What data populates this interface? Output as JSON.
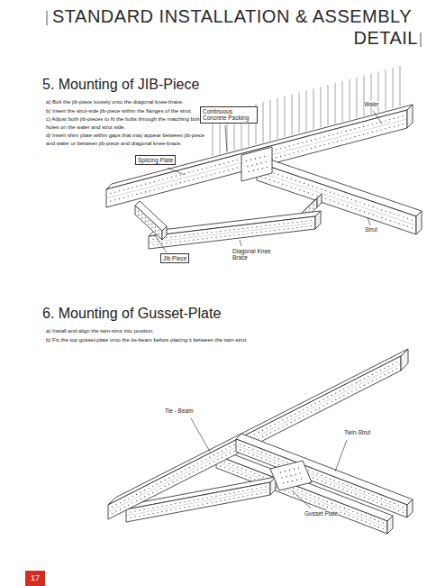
{
  "diagram": {
    "title": "STANDARD INSTALLATION & ASSEMBLY DETAIL",
    "labels": [
      "5. Mounting of JIB-Piece",
      "a) Bolt the jib-piece loosely onto the diagonal knee-brace.",
      "b) Insert the strut-side jib-piece within the flanges of the strut.",
      "c) Adjust both jib-pieces to fit the bolts through the matching bolt-holes on the waler and strut side.",
      "d) Insert shim plate within gaps that may appear between jib-piece and waler or between jib-piece and diagonal knee-brace.",
      "Continuous Concrete Packing",
      "Waler",
      "Splicing Plate",
      "Strut",
      "Jib Piece",
      "Diagonal Knee Brace",
      "6. Mounting of Gusset-Plate",
      "a) Install and align the twin-strut into position.",
      "b) Fix the top gusset-plate onto the tie-beam before placing it between the twin-strut.",
      "Tie - Beam",
      "Twin-Strut",
      "Gusset Plate",
      "17"
    ]
  }
}
